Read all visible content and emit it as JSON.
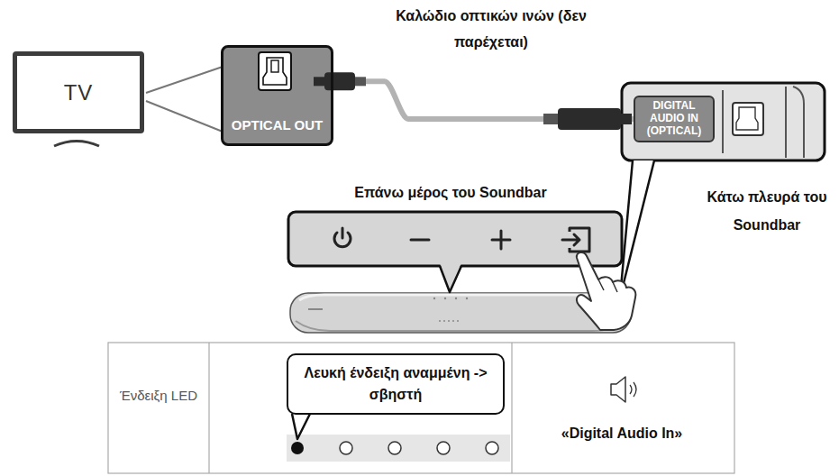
{
  "diagram": {
    "nodes": [
      {
        "text": [
          "TV"
        ]
      },
      {
        "text": [
          "OPTICAL OUT"
        ]
      },
      {
        "text": [
          "DIGITAL AUDIO IN (OPTICAL)"
        ]
      },
      {
        "text": [
          "Λευκή ένδειξη αναμμένη -> σβηστή"
        ]
      }
    ],
    "edges": [
      {
        "from": 1,
        "to": 2,
        "arrow": "none"
      }
    ],
    "labels": [
      "Καλώδιο οπτικών ινών (δεν παρέχεται)",
      "Επάνω μέρος του Soundbar",
      "Κάτω πλευρά του Soundbar",
      "Ένδειξη LED",
      "«Digital Audio In»"
    ]
  }
}
